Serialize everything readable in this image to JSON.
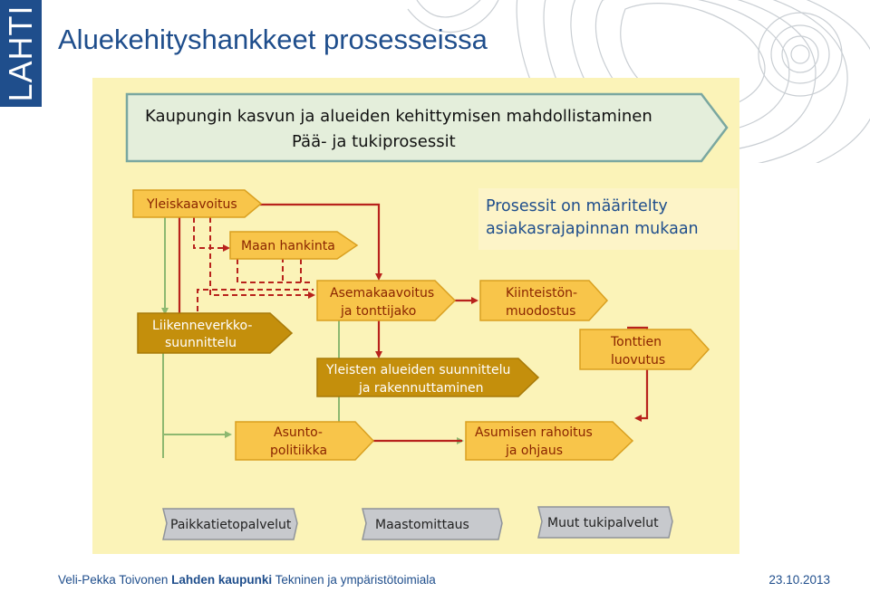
{
  "logo": {
    "text": "LAHTI"
  },
  "title": "Aluekehityshankkeet prosesseissa",
  "diagram": {
    "header_line1": "Kaupungin kasvun ja alueiden kehittymisen mahdollistaminen",
    "header_line2": "Pää- ja tukiprosessit",
    "nodes": {
      "yleiskaavoitus": "Yleiskaavoitus",
      "maan_hankinta": "Maan hankinta",
      "asemakaavoitus_1": "Asemakaavoitus",
      "asemakaavoitus_2": "ja tonttijako",
      "kiinteisto_1": "Kiinteistön-",
      "kiinteisto_2": "muodostus",
      "liikenne_1": "Liikenneverkko-",
      "liikenne_2": "suunnittelu",
      "tonttien_1": "Tonttien",
      "tonttien_2": "luovutus",
      "yleisten_1": "Yleisten alueiden suunnittelu",
      "yleisten_2": "ja rakennuttaminen",
      "asunto_1": "Asunto-",
      "asunto_2": "politiikka",
      "asumisen_1": "Asumisen rahoitus",
      "asumisen_2": "ja ohjaus",
      "paikkatieto": "Paikkatietopalvelut",
      "maastomittaus": "Maastomittaus",
      "muut": "Muut tukipalvelut"
    },
    "callout_line1": "Prosessit on määritelty",
    "callout_line2": "asiakasrajapinnan mukaan"
  },
  "footer": {
    "author": "Veli-Pekka Toivonen",
    "org": "Lahden kaupunki",
    "dept": "Tekninen ja ympäristötoimiala",
    "date": "23.10.2013"
  },
  "colors": {
    "brand_blue": "#1f4e8c",
    "diagram_bg": "#fbf3b8",
    "header_fill": "#e4eedb",
    "header_border": "#7aa7a0",
    "orange_fill": "#f8c54a",
    "dark_gold_fill": "#c48f0c",
    "gray_fill": "#c7c9cd",
    "arrow_red": "#b8221c",
    "arrow_green": "#8db870"
  }
}
